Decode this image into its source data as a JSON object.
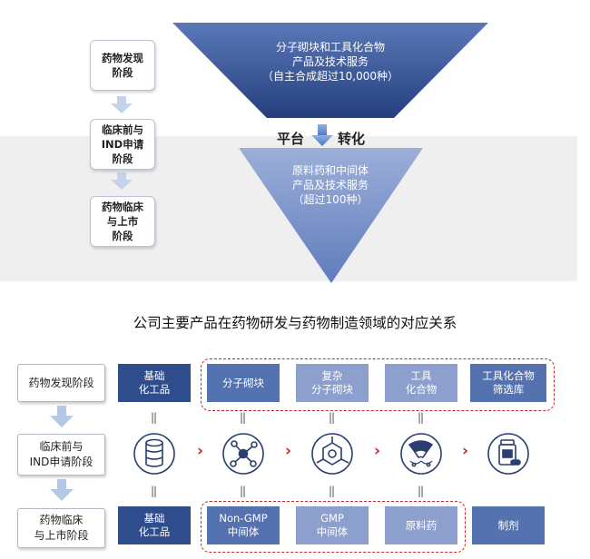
{
  "top": {
    "stages": [
      "药物发现\n阶段",
      "临床前与\nIND申请\n阶段",
      "药物临床\n与上市\n阶段"
    ],
    "upper_triangle": "分子砌块和工具化合物\n产品及技术服务\n（自主合成超过10,000种）",
    "platform_label": "平台",
    "transform_label": "转化",
    "lower_triangle": "原料药和中间体\n产品及技术服务\n（超过100种）"
  },
  "bottom": {
    "title": "公司主要产品在药物研发与药物制造领域的对应关系",
    "stages": [
      "药物发现阶段",
      "临床前与\nIND申请阶段",
      "药物临床\n与上市阶段"
    ],
    "row1": [
      "基础\n化工品",
      "分子砌块",
      "复杂\n分子砌块",
      "工具\n化合物",
      "工具化合物\n筛选库"
    ],
    "row3": [
      "基础\n化工品",
      "Non-GMP\n中间体",
      "GMP\n中间体",
      "原料药",
      "制剂"
    ],
    "equals_sign": "||",
    "chevron": "›"
  },
  "colors": {
    "dark_blue": "#2f4d8c",
    "mid_blue": "#5572b0",
    "light_blue": "#8d9fcc",
    "red_accent": "#c1272d"
  },
  "icons": [
    "database-icon",
    "molecule-network-icon",
    "chemical-structure-icon",
    "capsule-icon",
    "medicine-bottle-icon"
  ]
}
